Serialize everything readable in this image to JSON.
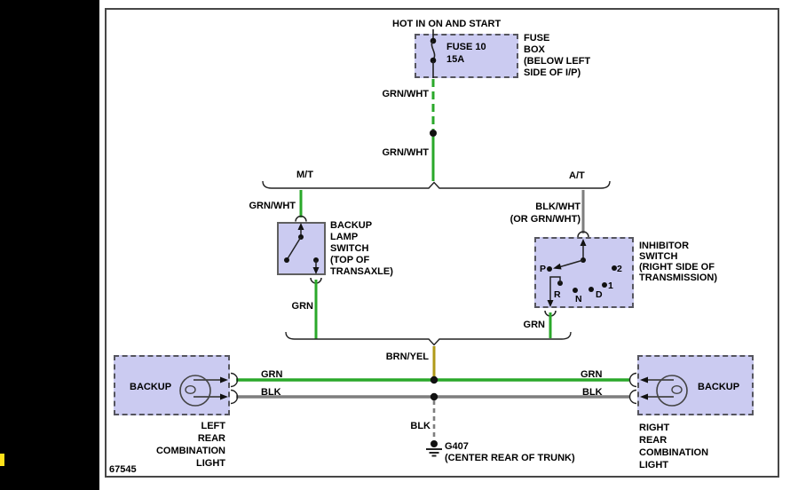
{
  "frame": {
    "diagram_number": "67545"
  },
  "power": {
    "source_label": "HOT IN ON AND START"
  },
  "fuse_box": {
    "fuse_name": "FUSE 10",
    "fuse_rating": "15A",
    "location": "FUSE\nBOX\n(BELOW LEFT\nSIDE OF I/P)"
  },
  "branch_labels": {
    "manual": "M/T",
    "auto": "A/T"
  },
  "wire_labels": {
    "grn_wht_upper": "GRN/WHT",
    "grn_wht_lower": "GRN/WHT",
    "grn_wht_mt": "GRN/WHT",
    "blk_wht_at": "BLK/WHT\n(OR GRN/WHT)",
    "grn_mt": "GRN",
    "grn_at": "GRN",
    "brn_yel": "BRN/YEL",
    "grn_left": "GRN",
    "blk_left": "BLK",
    "grn_right": "GRN",
    "blk_right": "BLK",
    "blk_ground": "BLK"
  },
  "backup_lamp_switch": {
    "label": "BACKUP\nLAMP\nSWITCH\n(TOP OF\nTRANSAXLE)"
  },
  "inhibitor_switch": {
    "label": "INHIBITOR\nSWITCH\n(RIGHT SIDE OF\nTRANSMISSION)",
    "positions": {
      "p": "P",
      "r": "R",
      "n": "N",
      "d": "D",
      "one": "1",
      "two": "2"
    }
  },
  "ground": {
    "label": "G407\n(CENTER REAR OF TRUNK)"
  },
  "left_lamp": {
    "bulb_label": "BACKUP",
    "name_label": "LEFT\nREAR\nCOMBINATION\nLIGHT"
  },
  "right_lamp": {
    "bulb_label": "BACKUP",
    "name_label": "RIGHT\nREAR\nCOMBINATION\nLIGHT"
  },
  "colors": {
    "box_fill": "#cbcbf1",
    "wire_green": "#2aa82a",
    "wire_gray": "#7e7e7e",
    "wire_brown_yellow": "#b09a18",
    "marker_yellow": "#ffe11a",
    "mask_black": "#000000"
  }
}
